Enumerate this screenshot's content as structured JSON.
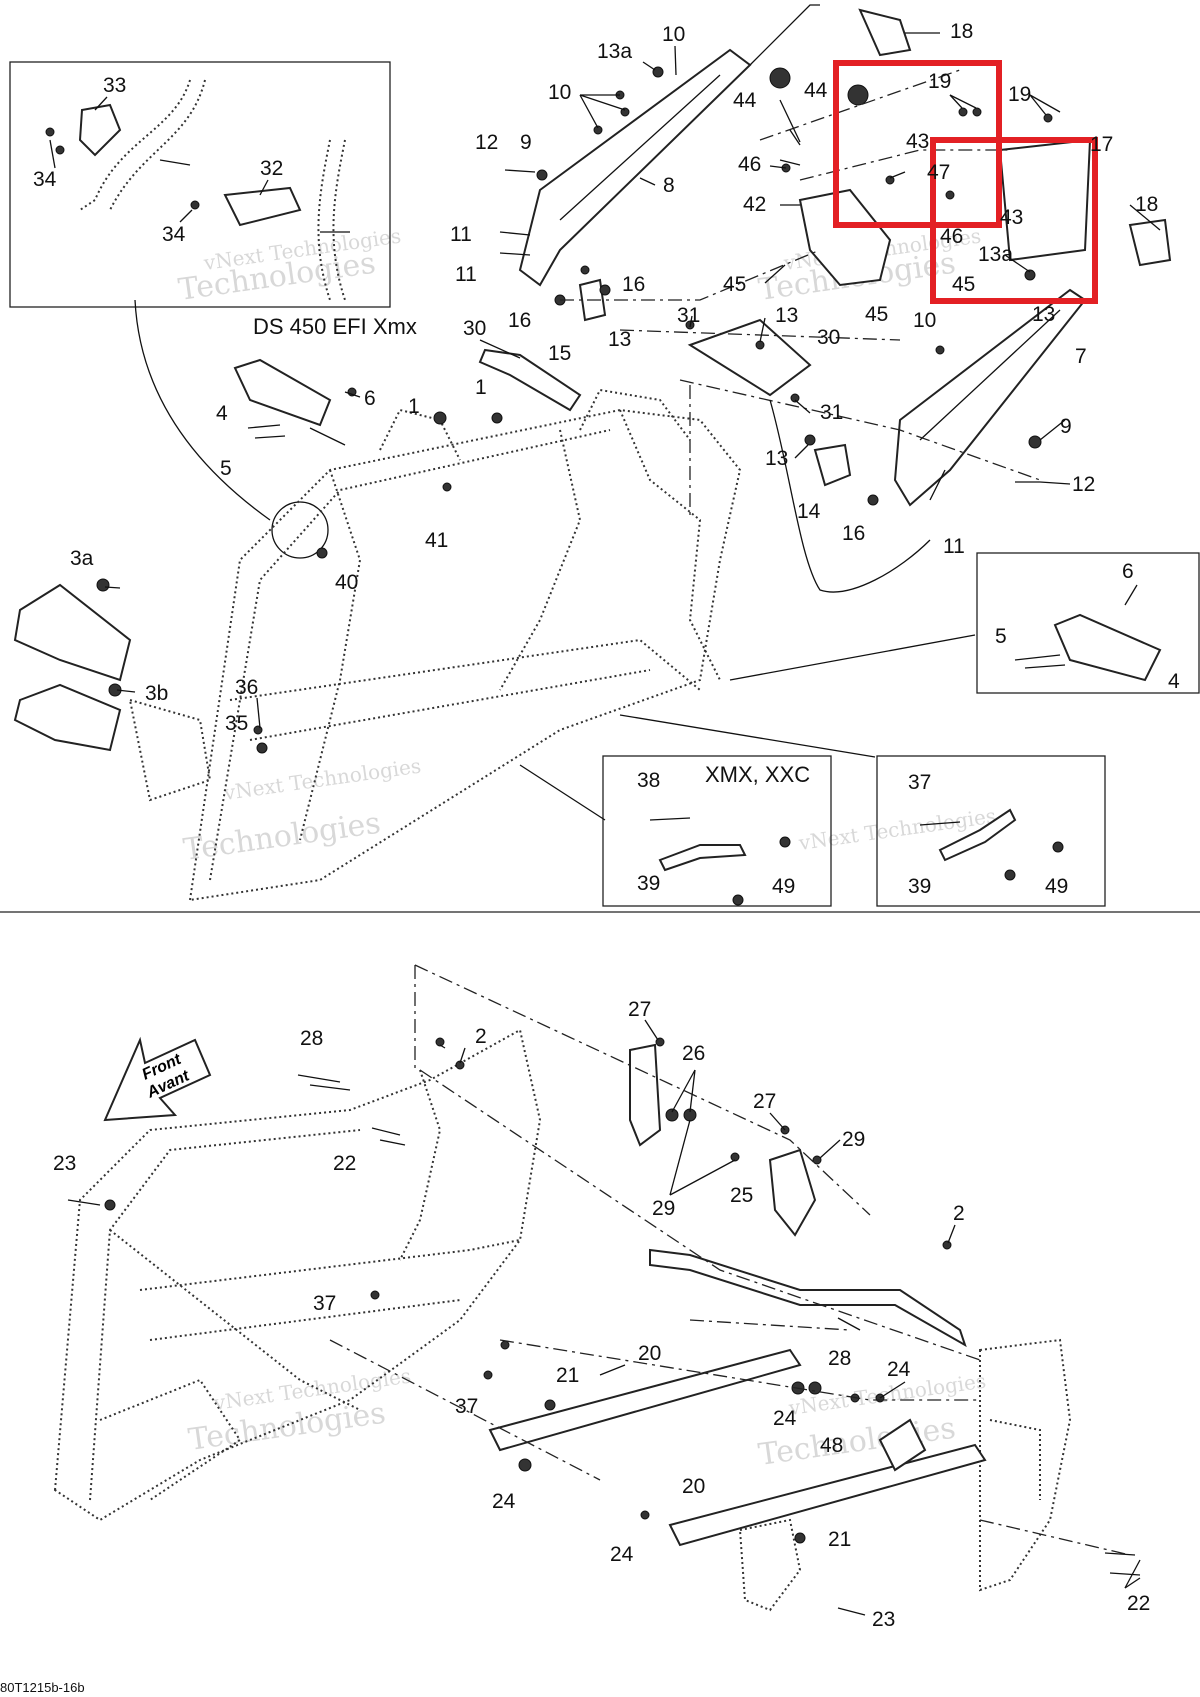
{
  "captions": {
    "variant_ds450": "DS 450 EFI Xmx",
    "variant_xmx_xxc": "XMX, XXC",
    "front_arrow_line1": "Front",
    "front_arrow_line2": "Avant"
  },
  "watermark_text_1": "vNext Technologies",
  "watermark_text_2": "Technologies",
  "footer_code": "80T1215b-16b",
  "highlight_color": "#e32024",
  "callouts": [
    {
      "id": "c1",
      "text": "33"
    },
    {
      "id": "c2",
      "text": "34"
    },
    {
      "id": "c3",
      "text": "32"
    },
    {
      "id": "c4",
      "text": "34"
    },
    {
      "id": "c5",
      "text": "13a"
    },
    {
      "id": "c6",
      "text": "10"
    },
    {
      "id": "c7",
      "text": "10"
    },
    {
      "id": "c8",
      "text": "12"
    },
    {
      "id": "c9",
      "text": "9"
    },
    {
      "id": "c10",
      "text": "8"
    },
    {
      "id": "c11",
      "text": "11"
    },
    {
      "id": "c12",
      "text": "11"
    },
    {
      "id": "c13",
      "text": "16"
    },
    {
      "id": "c14",
      "text": "16"
    },
    {
      "id": "c15",
      "text": "15"
    },
    {
      "id": "c16",
      "text": "13"
    },
    {
      "id": "c17",
      "text": "44"
    },
    {
      "id": "c18",
      "text": "44"
    },
    {
      "id": "c19",
      "text": "18"
    },
    {
      "id": "c20",
      "text": "19"
    },
    {
      "id": "c21",
      "text": "19"
    },
    {
      "id": "c22",
      "text": "17"
    },
    {
      "id": "c23",
      "text": "43"
    },
    {
      "id": "c24",
      "text": "47"
    },
    {
      "id": "c25",
      "text": "43"
    },
    {
      "id": "c26",
      "text": "46"
    },
    {
      "id": "c27",
      "text": "46"
    },
    {
      "id": "c28",
      "text": "42"
    },
    {
      "id": "c29",
      "text": "45"
    },
    {
      "id": "c30",
      "text": "45"
    },
    {
      "id": "c31",
      "text": "45"
    },
    {
      "id": "c32",
      "text": "13a"
    },
    {
      "id": "c33",
      "text": "18"
    },
    {
      "id": "c34",
      "text": "30"
    },
    {
      "id": "c35",
      "text": "31"
    },
    {
      "id": "c36",
      "text": "13"
    },
    {
      "id": "c37",
      "text": "30"
    },
    {
      "id": "c38",
      "text": "31"
    },
    {
      "id": "c39",
      "text": "10"
    },
    {
      "id": "c40",
      "text": "7"
    },
    {
      "id": "c41",
      "text": "9"
    },
    {
      "id": "c42",
      "text": "12"
    },
    {
      "id": "c43",
      "text": "13"
    },
    {
      "id": "c44",
      "text": "14"
    },
    {
      "id": "c45",
      "text": "16"
    },
    {
      "id": "c46",
      "text": "11"
    },
    {
      "id": "c47",
      "text": "4"
    },
    {
      "id": "c48",
      "text": "6"
    },
    {
      "id": "c49",
      "text": "5"
    },
    {
      "id": "c50",
      "text": "1"
    },
    {
      "id": "c51",
      "text": "1"
    },
    {
      "id": "c52",
      "text": "41"
    },
    {
      "id": "c53",
      "text": "40"
    },
    {
      "id": "c54",
      "text": "3a"
    },
    {
      "id": "c55",
      "text": "3b"
    },
    {
      "id": "c56",
      "text": "36"
    },
    {
      "id": "c57",
      "text": "35"
    },
    {
      "id": "c58",
      "text": "6"
    },
    {
      "id": "c59",
      "text": "5"
    },
    {
      "id": "c60",
      "text": "4"
    },
    {
      "id": "c61",
      "text": "38"
    },
    {
      "id": "c62",
      "text": "39"
    },
    {
      "id": "c63",
      "text": "49"
    },
    {
      "id": "c64",
      "text": "37"
    },
    {
      "id": "c65",
      "text": "39"
    },
    {
      "id": "c66",
      "text": "49"
    },
    {
      "id": "c67",
      "text": "28"
    },
    {
      "id": "c68",
      "text": "2"
    },
    {
      "id": "c69",
      "text": "22"
    },
    {
      "id": "c70",
      "text": "23"
    },
    {
      "id": "c71",
      "text": "27"
    },
    {
      "id": "c72",
      "text": "26"
    },
    {
      "id": "c73",
      "text": "27"
    },
    {
      "id": "c74",
      "text": "29"
    },
    {
      "id": "c75",
      "text": "29"
    },
    {
      "id": "c76",
      "text": "25"
    },
    {
      "id": "c77",
      "text": "2"
    },
    {
      "id": "c78",
      "text": "37"
    },
    {
      "id": "c79",
      "text": "37"
    },
    {
      "id": "c80",
      "text": "28"
    },
    {
      "id": "c81",
      "text": "20"
    },
    {
      "id": "c82",
      "text": "21"
    },
    {
      "id": "c83",
      "text": "24"
    },
    {
      "id": "c84",
      "text": "24"
    },
    {
      "id": "c85",
      "text": "48"
    },
    {
      "id": "c86",
      "text": "24"
    },
    {
      "id": "c87",
      "text": "20"
    },
    {
      "id": "c88",
      "text": "21"
    },
    {
      "id": "c89",
      "text": "24"
    },
    {
      "id": "c90",
      "text": "23"
    },
    {
      "id": "c91",
      "text": "22"
    },
    {
      "id": "c92",
      "text": "10"
    },
    {
      "id": "c93",
      "text": "13"
    }
  ]
}
